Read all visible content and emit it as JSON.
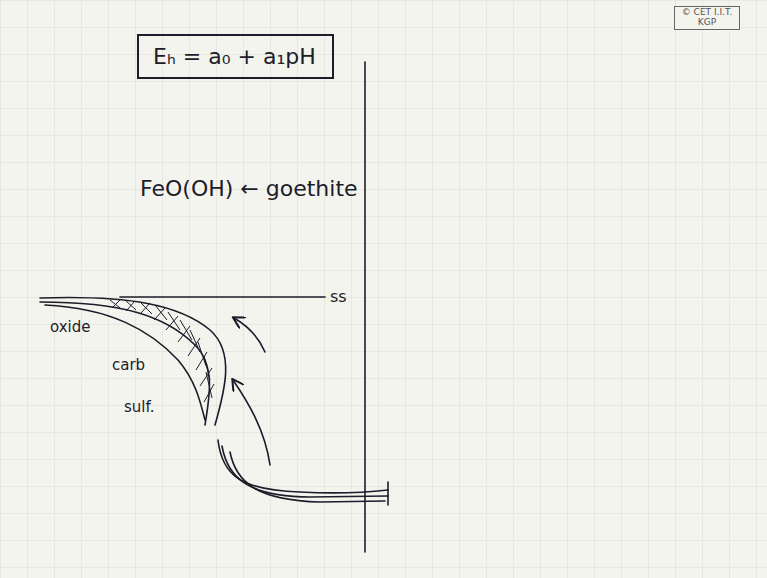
{
  "diagram": {
    "nodes": [
      {
        "text": [
          "© CET I.I.T. KGP"
        ]
      },
      {
        "text": [
          "Eₕ = a₀ + a₁pH"
        ]
      }
    ],
    "labels": [
      "FeO(OH) ← goethite",
      "ss",
      "oxide",
      "carb",
      "sulf."
    ]
  }
}
